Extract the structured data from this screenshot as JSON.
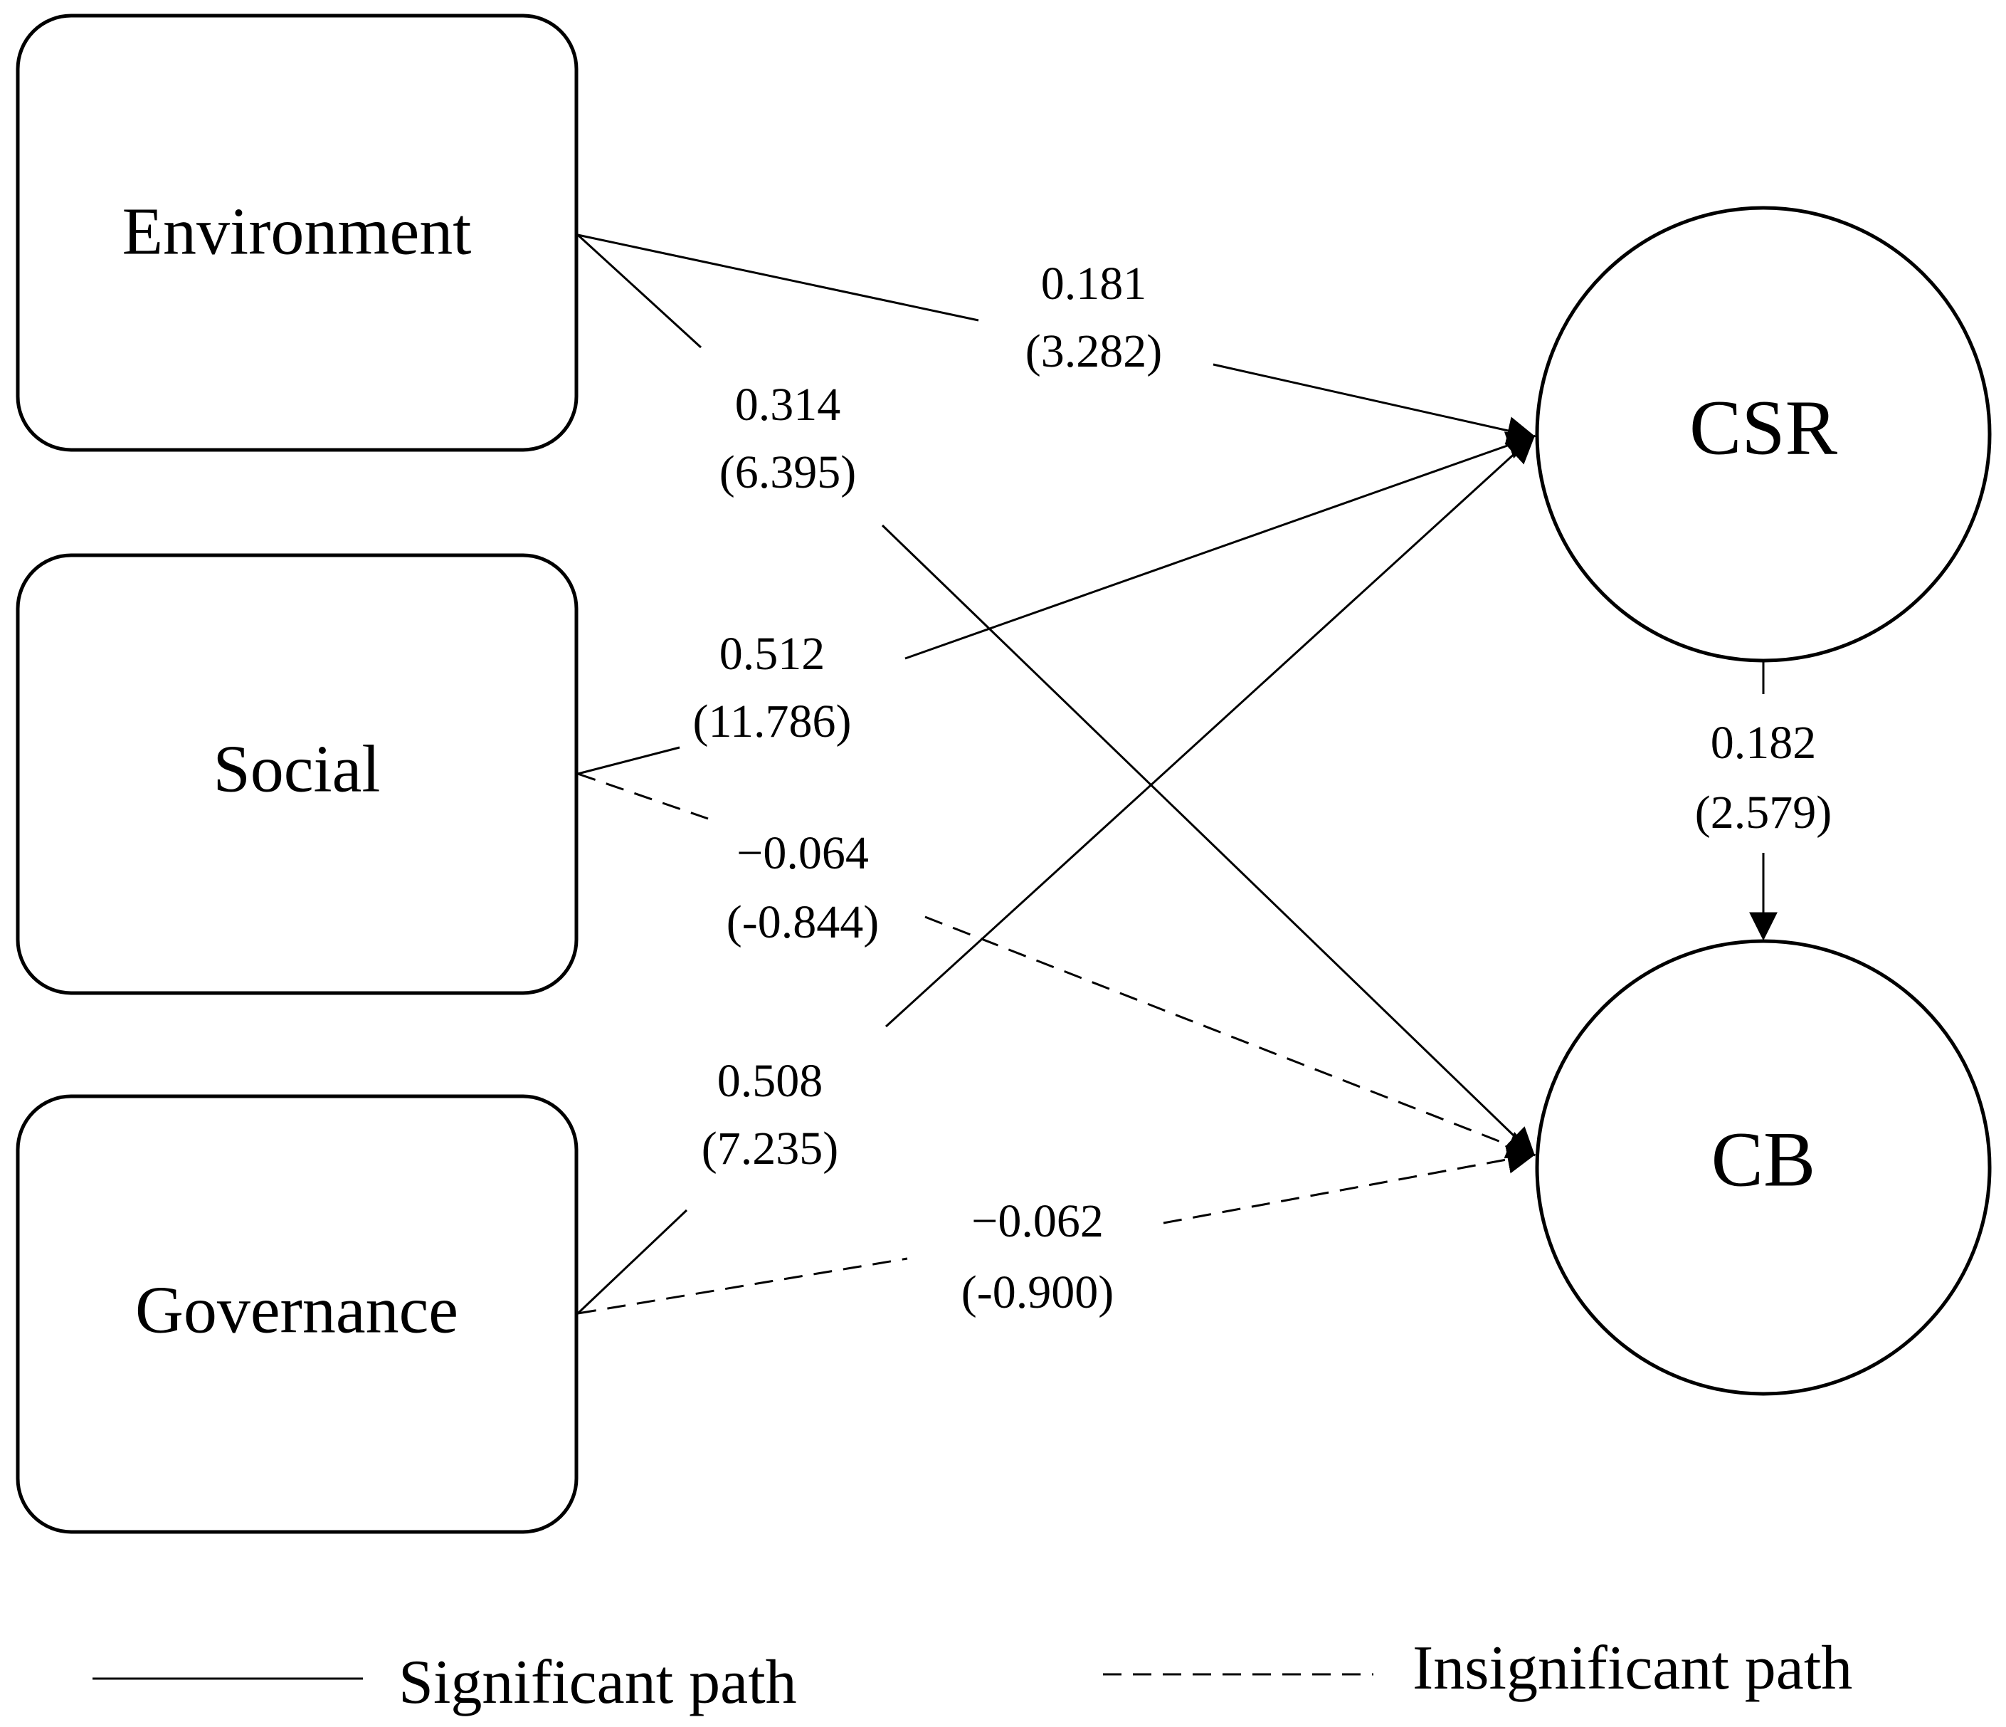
{
  "nodes": {
    "environment": "Environment",
    "social": "Social",
    "governance": "Governance",
    "csr": "CSR",
    "cb": "CB"
  },
  "paths": {
    "env_csr": {
      "coef": "0.181",
      "t": "(3.282)",
      "significant": true
    },
    "env_cb": {
      "coef": "0.314",
      "t": "(6.395)",
      "significant": true
    },
    "soc_csr": {
      "coef": "0.512",
      "t": "(11.786)",
      "significant": true
    },
    "soc_cb": {
      "coef": "−0.064",
      "t": "(-0.844)",
      "significant": false
    },
    "gov_csr": {
      "coef": "0.508",
      "t": "(7.235)",
      "significant": true
    },
    "gov_cb": {
      "coef": "−0.062",
      "t": "(-0.900)",
      "significant": false
    },
    "csr_cb": {
      "coef": "0.182",
      "t": "(2.579)",
      "significant": true
    }
  },
  "legend": {
    "significant": "Significant path",
    "insignificant": "Insignificant path"
  }
}
